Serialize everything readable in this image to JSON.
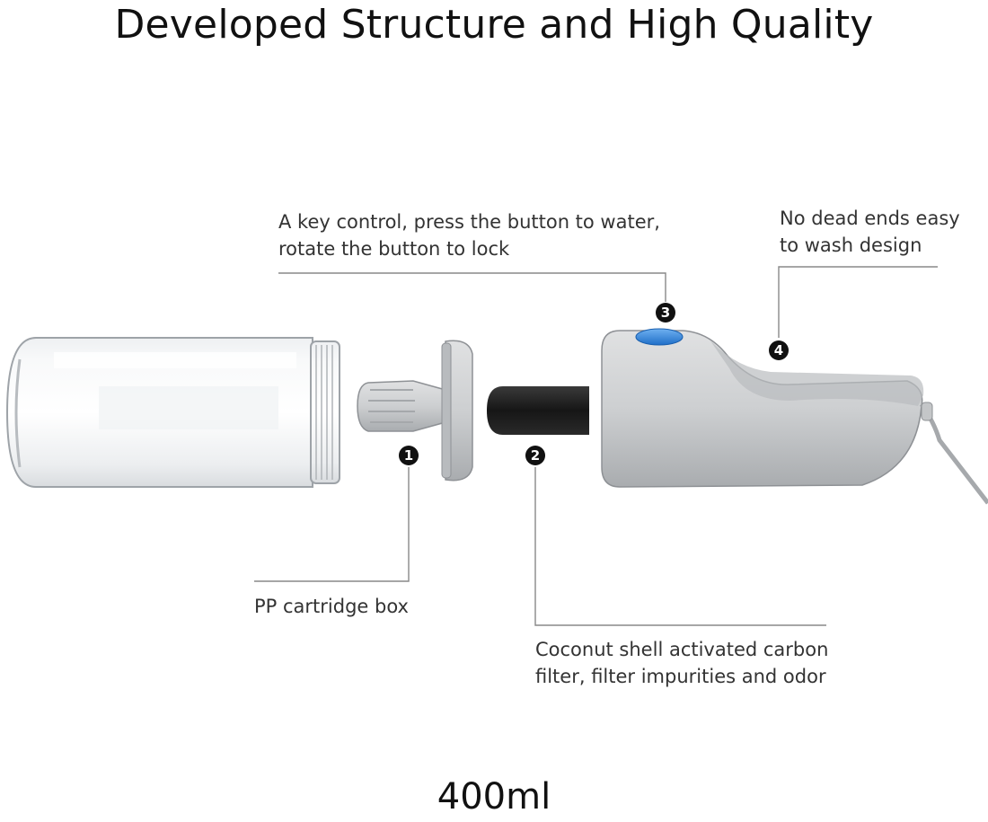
{
  "title": "Developed Structure and High Quality",
  "capacity": "400ml",
  "callouts": {
    "key_control": {
      "number": "3",
      "lines": [
        "A key control, press the button to water,",
        "rotate the button to lock"
      ]
    },
    "no_dead_ends": {
      "number": "4",
      "lines": [
        "No dead ends easy",
        "to wash design"
      ]
    },
    "pp_cartridge": {
      "number": "1",
      "lines": [
        "PP cartridge box"
      ]
    },
    "carbon_filter": {
      "number": "2",
      "lines": [
        "Coconut shell activated carbon",
        "filter, filter impurities and odor"
      ]
    }
  },
  "colors": {
    "button_blue": "#2f7fd8",
    "body_gray": "#c9cbcd",
    "filter_black": "#1c1c1c",
    "leader_line": "#888888"
  }
}
